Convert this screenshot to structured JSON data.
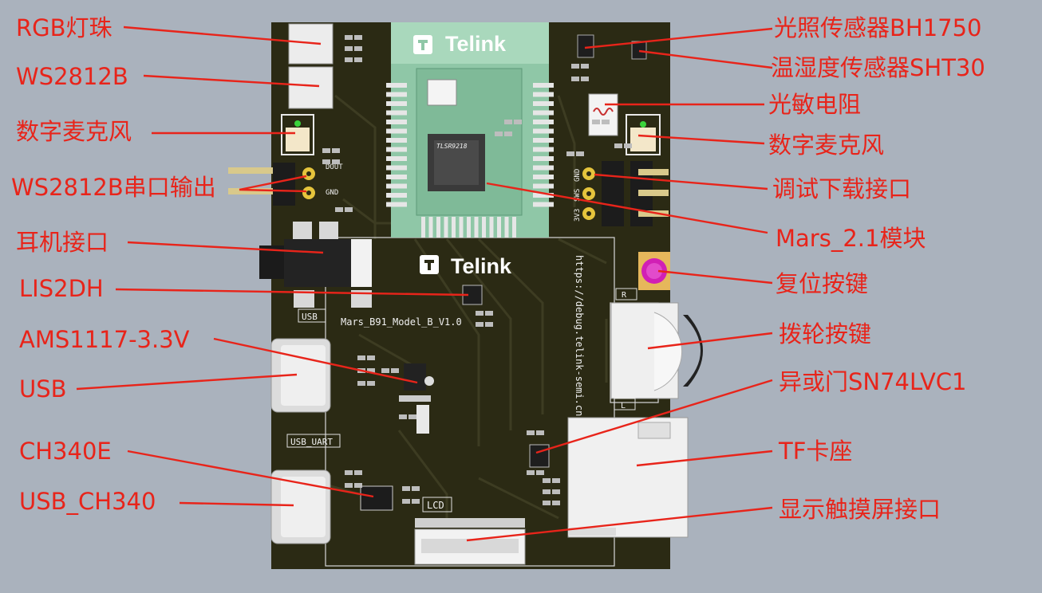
{
  "colors": {
    "background": "#aab2bd",
    "pcb": "#2b2a14",
    "trace": "#3b3a22",
    "pad": "#c9c9c9",
    "module": "#8fc7a7",
    "callout": "#e8241a"
  },
  "board": {
    "brand_top": "Telink",
    "brand_main": "Telink",
    "chip_marking": "TLSR9218",
    "model_label": "Mars_B91_Model_B_V1.0",
    "url_label": "https://debug.telink-semi.cn",
    "silk_dout": "DOUT",
    "silk_gnd": "GND",
    "silk_usb": "USB",
    "silk_usb_uart": "USB_UART",
    "silk_lcd": "LCD",
    "silk_r": "R",
    "silk_l": "L",
    "silk_3v3": "3V3",
    "silk_swd": "SWS",
    "silk_gnd2": "GND"
  },
  "callouts": {
    "rgb_led": "RGB灯珠",
    "ws2812b": "WS2812B",
    "mic_left": "数字麦克风",
    "ws2812b_serial": "WS2812B串口输出",
    "headphone": "耳机接口",
    "lis2dh": "LIS2DH",
    "ams1117": "AMS1117-3.3V",
    "usb": "USB",
    "ch340e": "CH340E",
    "usb_ch340": "USB_CH340",
    "light_sensor": "光照传感器BH1750",
    "temp_humidity": "温湿度传感器SHT30",
    "photoresistor": "光敏电阻",
    "mic_right": "数字麦克风",
    "debug_port": "调试下载接口",
    "mars_module": "Mars_2.1模块",
    "reset_button": "复位按键",
    "dial_button": "拨轮按键",
    "xor_gate": "异或门SN74LVC1",
    "tf_socket": "TF卡座",
    "display_touch": "显示触摸屏接口"
  }
}
